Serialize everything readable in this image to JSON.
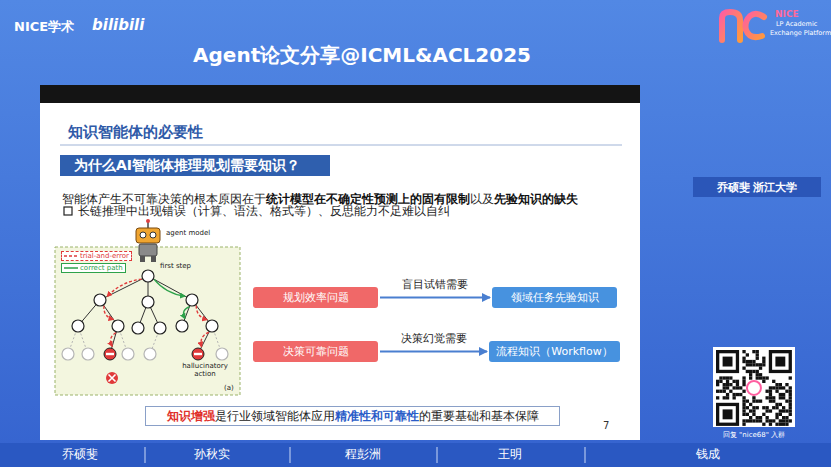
{
  "diagram": {
    "title": "Agent论文分享@ICML&ACL2025",
    "nodes": [
      {
        "text": [
          "为什么AI智能体推理规划需要知识？"
        ]
      },
      {
        "text": [
          "规划效率问题"
        ]
      },
      {
        "text": [
          "领域任务先验知识"
        ]
      },
      {
        "text": [
          "决策可靠问题"
        ]
      },
      {
        "text": [
          "流程知识（Workflow）"
        ]
      },
      {
        "text": [
          "知识增强",
          "是行业领域智能体应用",
          "精准性和可靠性",
          "的重要基础和基本保障"
        ]
      },
      {
        "text": [
          "乔硕斐 浙江大学"
        ]
      }
    ],
    "edges": [
      {
        "from": 1,
        "to": 2,
        "label": "盲目试错需要",
        "arrow": "to"
      },
      {
        "from": 3,
        "to": 4,
        "label": "决策幻觉需要",
        "arrow": "to"
      }
    ],
    "labels": [
      "NICE学术",
      "bilibili",
      "NICE",
      "LP Academic",
      "Exchange Platform",
      "知识智能体的必要性",
      "智能体产生不可靠决策的根本原因在于",
      "统计模型在不确定性预测上的固有限制",
      "以及",
      "先验知识的缺失",
      "长链推理中出现错误（计算、语法、格式等）、反思能力不足难以自纠",
      "agent model",
      "first step",
      "hallucinatory action",
      "(a)",
      "7",
      "回复 \"nice68\" 入群",
      "乔硕斐",
      "孙秋实",
      "程彭洲",
      "王明",
      "钱成"
    ],
    "legend": [
      {
        "text": "trial-and-error"
      },
      {
        "text": "correct path"
      }
    ]
  }
}
